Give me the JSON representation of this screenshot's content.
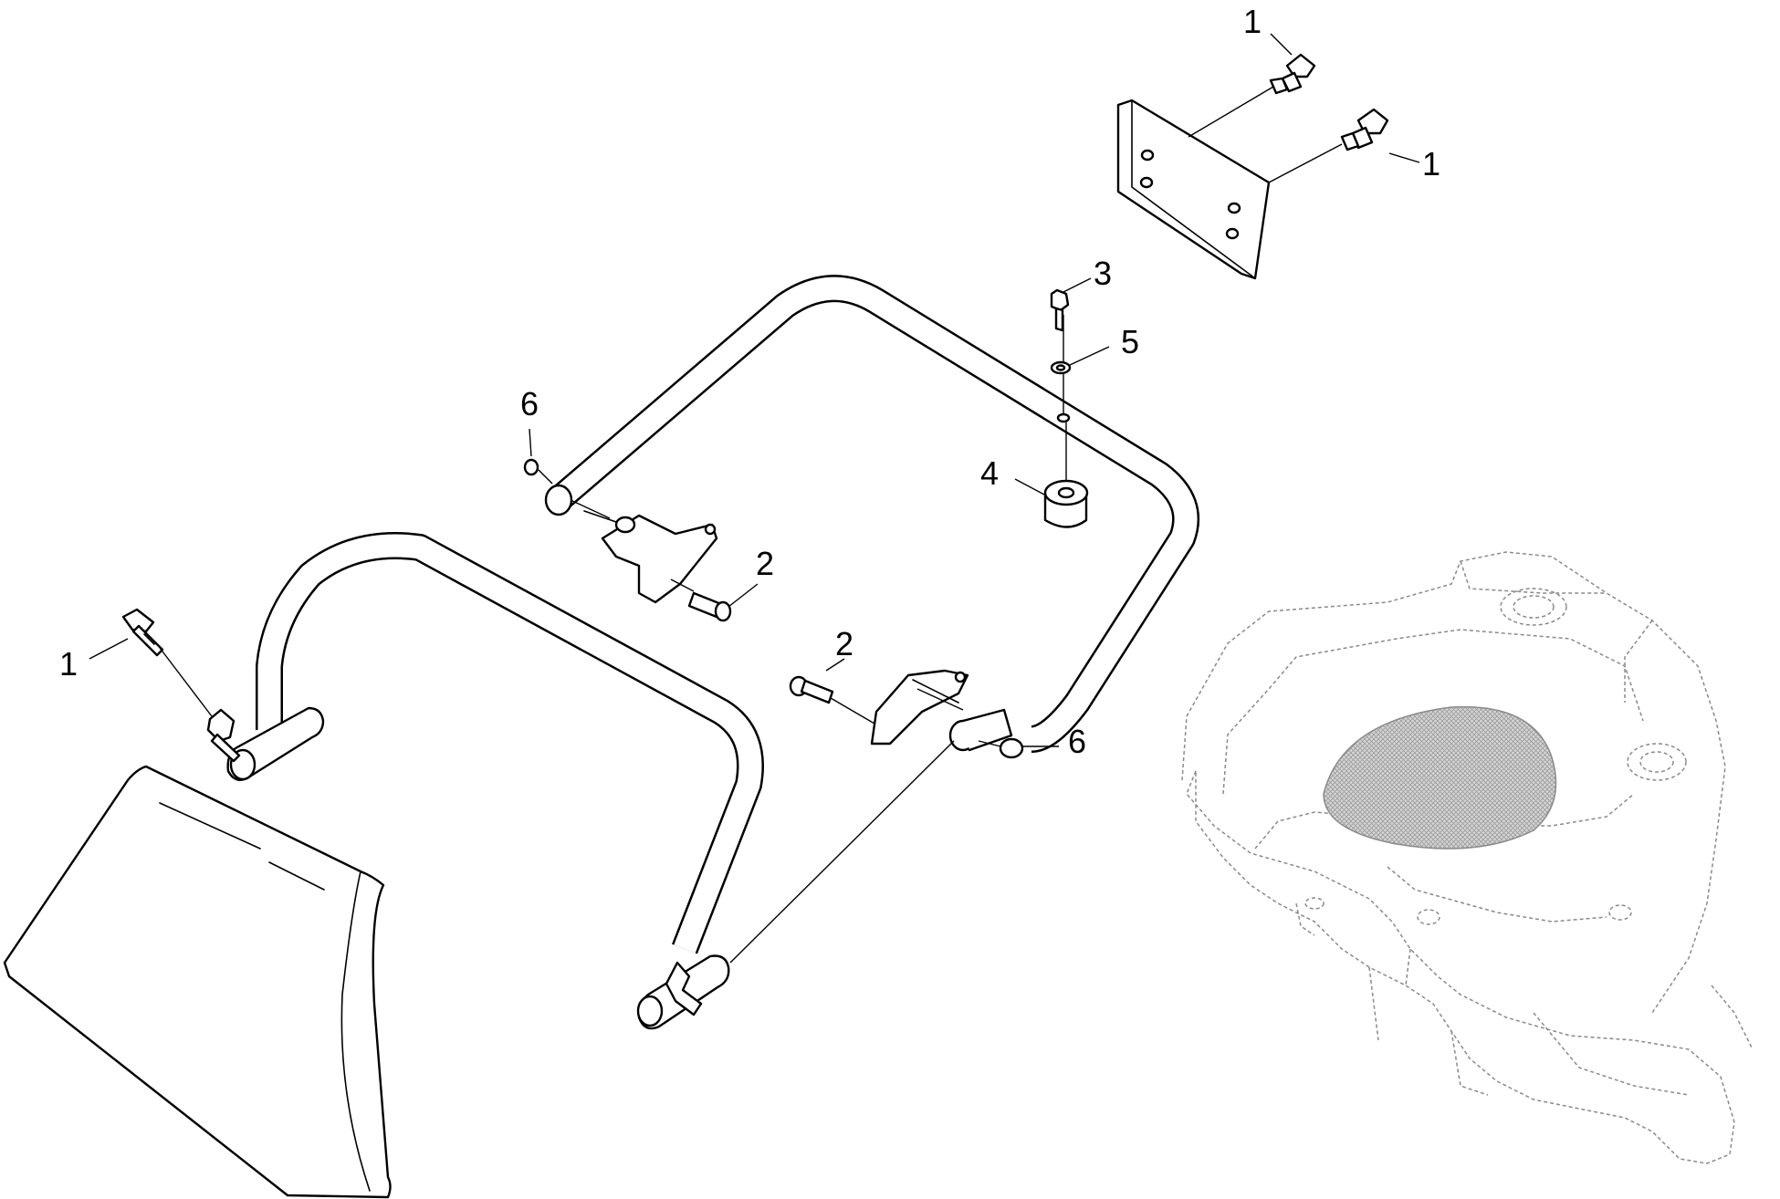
{
  "callouts": [
    {
      "id": "c1a",
      "label": "1"
    },
    {
      "id": "c1b",
      "label": "1"
    },
    {
      "id": "c1c",
      "label": "1"
    },
    {
      "id": "c3",
      "label": "3"
    },
    {
      "id": "c5",
      "label": "5"
    },
    {
      "id": "c6a",
      "label": "6"
    },
    {
      "id": "c4",
      "label": "4"
    },
    {
      "id": "c2a",
      "label": "2"
    },
    {
      "id": "c2b",
      "label": "2"
    },
    {
      "id": "c6b",
      "label": "6"
    }
  ],
  "colors": {
    "line": "#000000",
    "ghost": "#8a8a8a",
    "mesh": "#c8c8c8",
    "background": "#ffffff"
  }
}
